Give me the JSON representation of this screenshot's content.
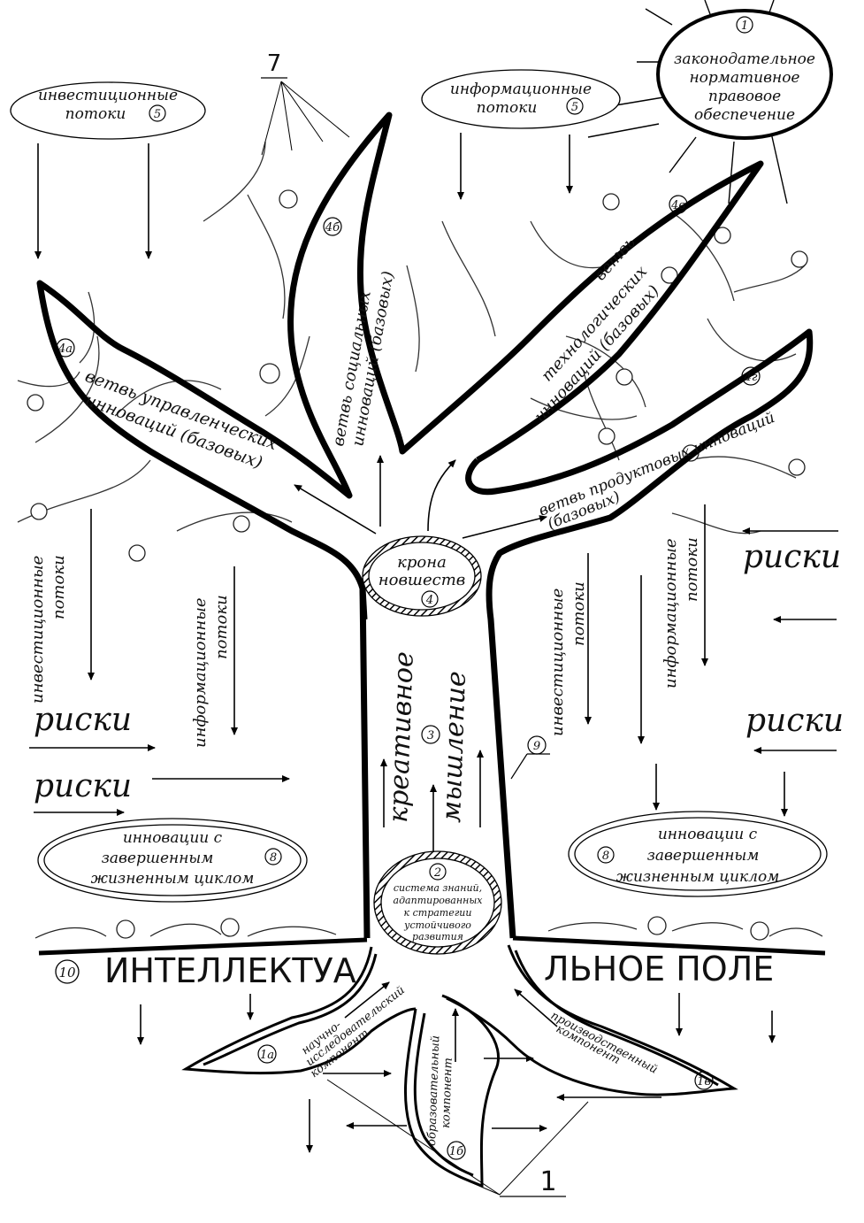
{
  "sun": {
    "number": "1",
    "line1": "законодательное",
    "line2": "нормативное",
    "line3": "правовое",
    "line4": "обеспечение"
  },
  "top_label": {
    "number": "7"
  },
  "bottom_label": {
    "number": "1"
  },
  "trunk_label": {
    "number": "9"
  },
  "field_label": {
    "number": "10",
    "left": "ИНТЕЛЛЕКТУА",
    "right": "ЛЬНОЕ ПОЛЕ"
  },
  "ovals": {
    "invest_top": {
      "line1": "инвестиционные",
      "line2": "потоки",
      "number": "5"
    },
    "info_top": {
      "line1": "информационные",
      "line2": "потоки",
      "number": "5"
    },
    "innov_left": {
      "line1": "инновации с",
      "line2": "завершенным",
      "line3": "жизненным циклом",
      "number": "8"
    },
    "innov_right": {
      "line1": "инновации с",
      "line2": "завершенным",
      "line3": "жизненным циклом",
      "number": "8"
    },
    "crown": {
      "line1": "крона",
      "line2": "новшеств",
      "number": "4"
    },
    "knowledge": {
      "number": "2",
      "line1": "система знаний,",
      "line2": "адаптированных",
      "line3": "к стратегии",
      "line4": "устойчивого",
      "line5": "развития"
    }
  },
  "branches": {
    "a": {
      "number": "4а",
      "line1": "ветвь управленческих",
      "line2": "инноваций (базовых)"
    },
    "b": {
      "number": "4б",
      "line1": "ветвь социальных",
      "line2": "инноваций (базовых)"
    },
    "v": {
      "number": "4в",
      "line1": "ветвь",
      "line2": "технологических",
      "line3": "инноваций (базовых)"
    },
    "g": {
      "number": "4г",
      "line1": "ветвь продуктовых инноваций",
      "line2": "(базовых)"
    }
  },
  "trunk": {
    "number": "3",
    "line1": "креативное",
    "line2": "мышление"
  },
  "flows": {
    "invest_left": {
      "line1": "инвестиционные",
      "line2": "потоки"
    },
    "info_left": {
      "line1": "информационные",
      "line2": "потоки"
    },
    "invest_right": {
      "line1": "инвестиционные",
      "line2": "потоки"
    },
    "info_right": {
      "line1": "информационные",
      "line2": "потоки"
    }
  },
  "risks": {
    "r1": "риски",
    "r2": "риски",
    "r3": "риски",
    "r4": "риски"
  },
  "roots": {
    "a": {
      "number": "1а",
      "line1": "научно-",
      "line2": "исследовательский",
      "line3": "компонент"
    },
    "b": {
      "number": "1б",
      "line1": "образовательный",
      "line2": "компонент"
    },
    "v": {
      "number": "1в",
      "line1": "производственный",
      "line2": "компонент"
    }
  }
}
